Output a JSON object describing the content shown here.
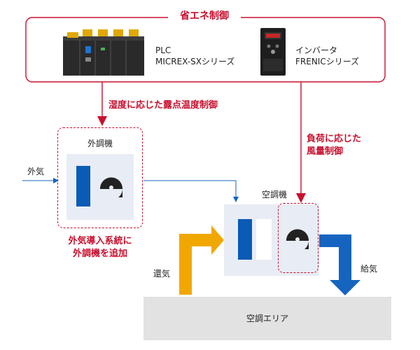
{
  "control_box": {
    "title": "省エネ制御",
    "plc": {
      "line1": "PLC",
      "line2": "MICREX-SXシリーズ"
    },
    "inverter": {
      "line1": "インバータ",
      "line2": "FRENICシリーズ"
    }
  },
  "dew_point_label": "湿度に応じた露点温度制御",
  "air_volume_label": {
    "line1": "負荷に応じた",
    "line2": "風量制御"
  },
  "outdoor_unit": {
    "title": "外調機"
  },
  "outside_air_label": "外気",
  "added_unit_note": {
    "line1": "外気導入系統に",
    "line2": "外調機を追加"
  },
  "ac_unit": {
    "title": "空調機"
  },
  "return_air_label": "還気",
  "supply_air_label": "給気",
  "area_label": "空調エリア",
  "colors": {
    "accent_red": "#c8102e",
    "coil_blue": "#0a5bb5",
    "return_orange": "#f0a800",
    "supply_blue": "#1565c0",
    "panel_gray": "#e8ecf4",
    "floor_gray": "#e2e2e2"
  }
}
